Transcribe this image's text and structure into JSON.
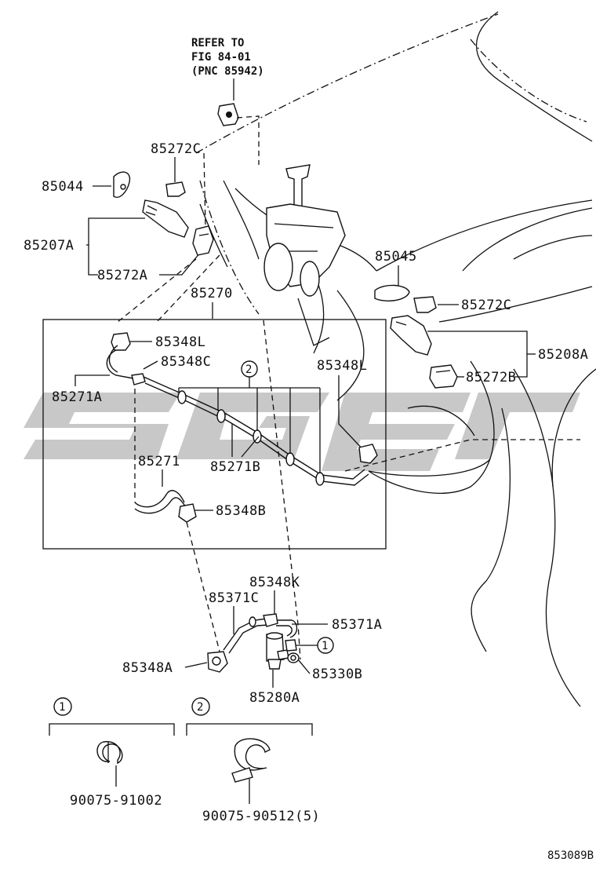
{
  "refer": {
    "line1": "REFER TO",
    "line2": "FIG 84-01",
    "line3": "(PNC 85942)"
  },
  "labels": {
    "p85272C_top": "85272C",
    "p85044": "85044",
    "p85207A": "85207A",
    "p85272A": "85272A",
    "p85270": "85270",
    "p85045": "85045",
    "p85272C_right": "85272C",
    "p85208A": "85208A",
    "p85272B": "85272B",
    "p85348L_left": "85348L",
    "p85348C": "85348C",
    "p85271A": "85271A",
    "p85348L_right": "85348L",
    "p85271": "85271",
    "p85271B": "85271B",
    "p85348B": "85348B",
    "p85348K": "85348K",
    "p85371C": "85371C",
    "p85371A": "85371A",
    "p85348A": "85348A",
    "p85330B": "85330B",
    "p85280A": "85280A",
    "p90075_91002": "90075-91002",
    "p90075_90512": "90075-90512(5)"
  },
  "callouts": {
    "c1": "1",
    "c2": "2"
  },
  "legend": {
    "group1_id": "1",
    "group2_id": "2"
  },
  "figure_code": "853089B",
  "icons": [
    "clip-icon",
    "clamp-icon",
    "watermark-logo"
  ]
}
